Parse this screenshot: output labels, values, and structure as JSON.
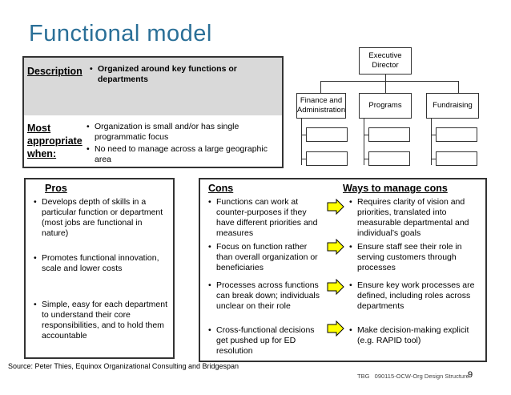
{
  "title": "Functional model",
  "description": {
    "label": "Description",
    "bullet": "Organized around key functions or departments"
  },
  "when": {
    "label_line1": "Most",
    "label_line2": "appropriate",
    "label_line3": "when:",
    "bullets": [
      "Organization is small and/or has single programmatic focus",
      "No need to manage across a large geographic area"
    ]
  },
  "org_chart": {
    "top": "Executive Director",
    "departments": [
      "Finance and Administration",
      "Programs",
      "Fundraising"
    ]
  },
  "pros": {
    "heading": "Pros",
    "bullets": [
      "Develops depth of skills in a particular function or department (most jobs are functional in nature)",
      "Promotes functional innovation, scale and lower costs",
      "Simple, easy for each department to understand their core responsibilities, and to hold them accountable"
    ]
  },
  "cons": {
    "heading": "Cons",
    "bullets": [
      "Functions can work at counter-purposes if they have different priorities and measures",
      "Focus on function rather than overall organization or beneficiaries",
      "Processes across functions can break down; individuals unclear on their role",
      "Cross-functional decisions get pushed up for ED resolution"
    ]
  },
  "manage": {
    "heading": "Ways to manage cons",
    "bullets": [
      "Requires clarity of vision and priorities, translated into measurable departmental and individual’s goals",
      "Ensure staff see their role in serving customers through processes",
      "Ensure key work processes are defined, including roles across departments",
      "Make decision-making explicit (e.g. RAPID tool)"
    ]
  },
  "source": "Source: Peter Thies, Equinox Organizational Consulting and Bridgespan",
  "footer": "TBG   090115-OCW-Org Design Structure",
  "page_number": "9",
  "colors": {
    "title": "#2a6f97",
    "band": "#d9d9d9",
    "arrow": "#ffff00"
  }
}
